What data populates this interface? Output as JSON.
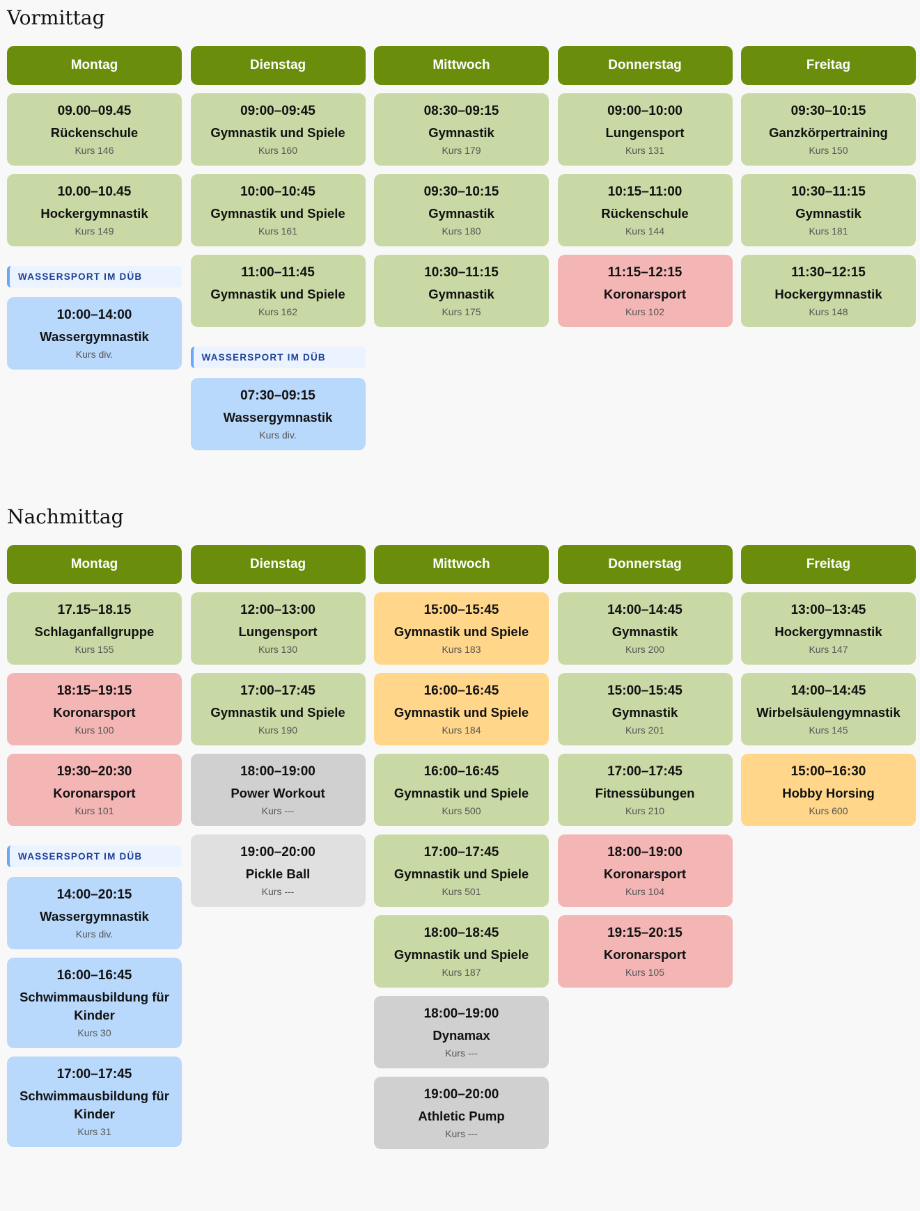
{
  "sections": [
    {
      "title": "Vormittag",
      "days": [
        {
          "name": "Montag",
          "items": [
            {
              "time": "09.00–09.45",
              "name": "Rückenschule",
              "kurs": "Kurs 146",
              "color": "green"
            },
            {
              "time": "10.00–10.45",
              "name": "Hockergymnastik",
              "kurs": "Kurs 149",
              "color": "green"
            },
            {
              "label": "WASSERSPORT IM DÜB"
            },
            {
              "time": "10:00–14:00",
              "name": "Wassergymnastik",
              "kurs": "Kurs div.",
              "color": "blue"
            }
          ]
        },
        {
          "name": "Dienstag",
          "items": [
            {
              "time": "09:00–09:45",
              "name": "Gymnastik und Spiele",
              "kurs": "Kurs 160",
              "color": "green"
            },
            {
              "time": "10:00–10:45",
              "name": "Gymnastik und Spiele",
              "kurs": "Kurs 161",
              "color": "green"
            },
            {
              "time": "11:00–11:45",
              "name": "Gymnastik und Spiele",
              "kurs": "Kurs 162",
              "color": "green"
            },
            {
              "label": "WASSERSPORT IM DÜB"
            },
            {
              "time": "07:30–09:15",
              "name": "Wassergymnastik",
              "kurs": "Kurs div.",
              "color": "blue"
            }
          ]
        },
        {
          "name": "Mittwoch",
          "items": [
            {
              "time": "08:30–09:15",
              "name": "Gymnastik",
              "kurs": "Kurs 179",
              "color": "green"
            },
            {
              "time": "09:30–10:15",
              "name": "Gymnastik",
              "kurs": "Kurs 180",
              "color": "green"
            },
            {
              "time": "10:30–11:15",
              "name": "Gymnastik",
              "kurs": "Kurs 175",
              "color": "green"
            }
          ]
        },
        {
          "name": "Donnerstag",
          "items": [
            {
              "time": "09:00–10:00",
              "name": "Lungensport",
              "kurs": "Kurs 131",
              "color": "green"
            },
            {
              "time": "10:15–11:00",
              "name": "Rückenschule",
              "kurs": "Kurs 144",
              "color": "green"
            },
            {
              "time": "11:15–12:15",
              "name": "Koronarsport",
              "kurs": "Kurs 102",
              "color": "red"
            }
          ]
        },
        {
          "name": "Freitag",
          "items": [
            {
              "time": "09:30–10:15",
              "name": "Ganzkörpertraining",
              "kurs": "Kurs 150",
              "color": "green"
            },
            {
              "time": "10:30–11:15",
              "name": "Gymnastik",
              "kurs": "Kurs 181",
              "color": "green"
            },
            {
              "time": "11:30–12:15",
              "name": "Hockergymnastik",
              "kurs": "Kurs 148",
              "color": "green"
            }
          ]
        }
      ]
    },
    {
      "title": "Nachmittag",
      "days": [
        {
          "name": "Montag",
          "items": [
            {
              "time": "17.15–18.15",
              "name": "Schlaganfallgruppe",
              "kurs": "Kurs 155",
              "color": "green"
            },
            {
              "time": "18:15–19:15",
              "name": "Koronarsport",
              "kurs": "Kurs 100",
              "color": "red"
            },
            {
              "time": "19:30–20:30",
              "name": "Koronarsport",
              "kurs": "Kurs 101",
              "color": "red"
            },
            {
              "label": "WASSERSPORT IM DÜB"
            },
            {
              "time": "14:00–20:15",
              "name": "Wassergymnastik",
              "kurs": "Kurs div.",
              "color": "blue"
            },
            {
              "time": "16:00–16:45",
              "name": "Schwimmausbildung für Kinder",
              "kurs": "Kurs 30",
              "color": "blue"
            },
            {
              "time": "17:00–17:45",
              "name": "Schwimmausbildung für Kinder",
              "kurs": "Kurs 31",
              "color": "blue"
            }
          ]
        },
        {
          "name": "Dienstag",
          "items": [
            {
              "time": "12:00–13:00",
              "name": "Lungensport",
              "kurs": "Kurs 130",
              "color": "green"
            },
            {
              "time": "17:00–17:45",
              "name": "Gymnastik und Spiele",
              "kurs": "Kurs 190",
              "color": "green"
            },
            {
              "time": "18:00–19:00",
              "name": "Power Workout",
              "kurs": "Kurs ---",
              "color": "gray"
            },
            {
              "time": "19:00–20:00",
              "name": "Pickle Ball",
              "kurs": "Kurs ---",
              "color": "lgray"
            }
          ]
        },
        {
          "name": "Mittwoch",
          "items": [
            {
              "time": "15:00–15:45",
              "name": "Gymnastik und Spiele",
              "kurs": "Kurs 183",
              "color": "orange"
            },
            {
              "time": "16:00–16:45",
              "name": "Gymnastik und Spiele",
              "kurs": "Kurs 184",
              "color": "orange"
            },
            {
              "time": "16:00–16:45",
              "name": "Gymnastik und Spiele",
              "kurs": "Kurs 500",
              "color": "green"
            },
            {
              "time": "17:00–17:45",
              "name": "Gymnastik und Spiele",
              "kurs": "Kurs 501",
              "color": "green"
            },
            {
              "time": "18:00–18:45",
              "name": "Gymnastik und Spiele",
              "kurs": "Kurs 187",
              "color": "green"
            },
            {
              "time": "18:00–19:00",
              "name": "Dynamax",
              "kurs": "Kurs ---",
              "color": "gray"
            },
            {
              "time": "19:00–20:00",
              "name": "Athletic Pump",
              "kurs": "Kurs ---",
              "color": "gray"
            }
          ]
        },
        {
          "name": "Donnerstag",
          "items": [
            {
              "time": "14:00–14:45",
              "name": "Gymnastik",
              "kurs": "Kurs 200",
              "color": "green"
            },
            {
              "time": "15:00–15:45",
              "name": "Gymnastik",
              "kurs": "Kurs 201",
              "color": "green"
            },
            {
              "time": "17:00–17:45",
              "name": "Fitnessübungen",
              "kurs": "Kurs 210",
              "color": "green"
            },
            {
              "time": "18:00–19:00",
              "name": "Koronarsport",
              "kurs": "Kurs 104",
              "color": "red"
            },
            {
              "time": "19:15–20:15",
              "name": "Koronarsport",
              "kurs": "Kurs 105",
              "color": "red"
            }
          ]
        },
        {
          "name": "Freitag",
          "items": [
            {
              "time": "13:00–13:45",
              "name": "Hockergymnastik",
              "kurs": "Kurs 147",
              "color": "green"
            },
            {
              "time": "14:00–14:45",
              "name": "Wirbelsäulengymnastik",
              "kurs": "Kurs 145",
              "color": "green"
            },
            {
              "time": "15:00–16:30",
              "name": "Hobby Horsing",
              "kurs": "Kurs 600",
              "color": "orange"
            }
          ]
        }
      ]
    }
  ]
}
